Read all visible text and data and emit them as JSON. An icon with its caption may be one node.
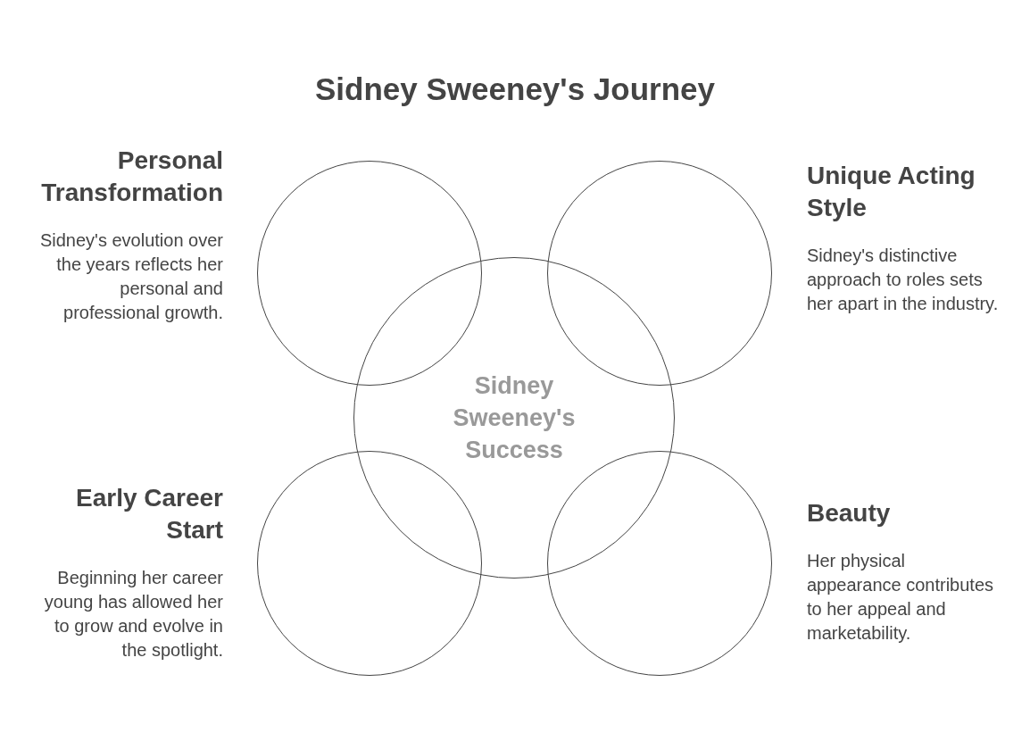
{
  "diagram": {
    "title": "Sidney Sweeney's Journey",
    "nodes": [
      {
        "text": [],
        "shape": "circle",
        "beside": [
          "Personal Transformation",
          "Sidney's evolution over the years reflects her personal and professional growth."
        ]
      },
      {
        "text": [],
        "shape": "circle",
        "beside": [
          "Unique Acting Style",
          "Sidney's distinctive approach to roles sets her apart in the industry."
        ]
      },
      {
        "text": [
          "Sidney Sweeney's Success"
        ]
      },
      {
        "text": [],
        "shape": "circle",
        "beside": [
          "Early Career Start",
          "Beginning her career young has allowed her to grow and evolve in the spotlight."
        ]
      },
      {
        "text": [],
        "shape": "circle",
        "beside": [
          "Beauty",
          "Her physical appearance contributes to her appeal and marketability."
        ]
      }
    ],
    "edges": []
  }
}
